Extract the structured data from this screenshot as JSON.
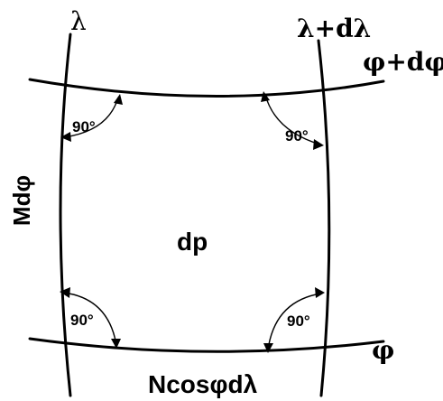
{
  "labels": {
    "meridian_left": "λ",
    "meridian_right": "λ+dλ",
    "parallel_top": "φ+dφ",
    "parallel_bottom": "φ",
    "side_left": "Mdφ",
    "side_bottom": "Ncosφdλ",
    "area_center": "dp"
  },
  "angles": {
    "top_left": "90°",
    "top_right": "90°",
    "bottom_left": "90°",
    "bottom_right": "90°"
  }
}
